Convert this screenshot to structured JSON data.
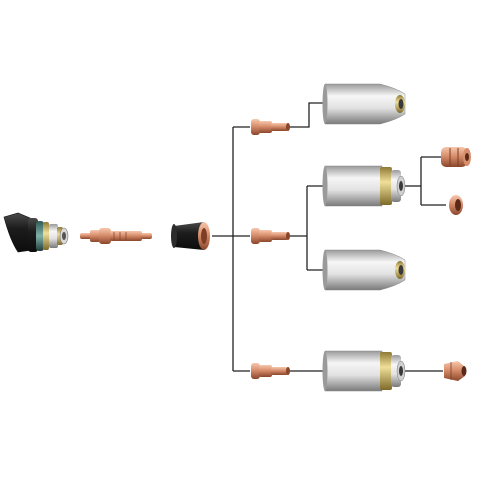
{
  "diagram": {
    "parts": [
      {
        "id": "torch-head",
        "name": "torch-head-icon"
      },
      {
        "id": "electrode",
        "name": "electrode-icon"
      },
      {
        "id": "swirl-ring",
        "name": "swirl-ring-icon"
      },
      {
        "id": "nozzle-1",
        "name": "nozzle-icon"
      },
      {
        "id": "nozzle-2",
        "name": "nozzle-icon"
      },
      {
        "id": "nozzle-3",
        "name": "nozzle-icon"
      },
      {
        "id": "shield-cup-plain",
        "name": "shield-cup-icon"
      },
      {
        "id": "shield-cup-collar",
        "name": "shield-cup-icon"
      },
      {
        "id": "shield-cup-plain-2",
        "name": "shield-cup-icon"
      },
      {
        "id": "shield-cup-collar-2",
        "name": "shield-cup-icon"
      },
      {
        "id": "retaining-cap",
        "name": "retaining-cap-icon"
      },
      {
        "id": "deflector",
        "name": "deflector-icon"
      },
      {
        "id": "drag-shield",
        "name": "drag-shield-icon"
      }
    ],
    "colors": {
      "copper_light": "#f3b89a",
      "copper_mid": "#c77856",
      "copper_dark": "#7d3e25",
      "silver_light": "#f4f4f4",
      "silver_dark": "#8a8a8a",
      "gold": "#d8c072",
      "insulator": "#1e1e1e",
      "line": "#222222"
    }
  }
}
